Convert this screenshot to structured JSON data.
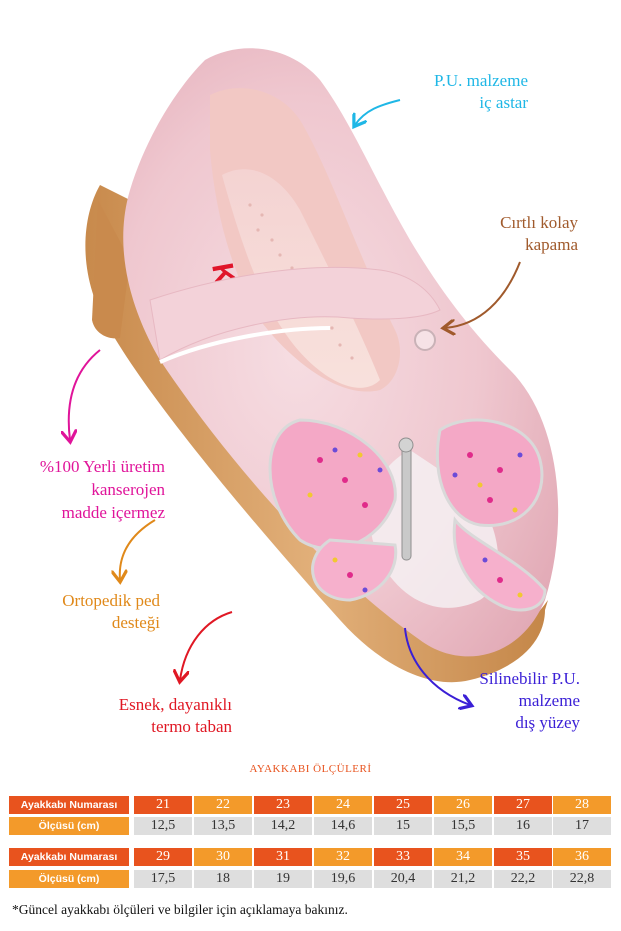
{
  "callouts": {
    "pu_material": [
      "P.U. malzeme",
      "iç astar"
    ],
    "velcro": [
      "Cırtlı kolay",
      "kapama"
    ],
    "local_production": [
      "%100 Yerli üretim",
      "kanserojen",
      "madde içermez"
    ],
    "orthopedic": [
      "Ortopedik ped",
      "desteği"
    ],
    "sole": [
      "Esnek, dayanıklı",
      "termo taban"
    ],
    "outer_surface": [
      "Silinebilir P.U.",
      "malzeme",
      "dış yüzey"
    ]
  },
  "colors": {
    "cyan": "#1fb7e6",
    "brown": "#a05a2c",
    "magenta": "#e0149a",
    "orange": "#e0891a",
    "red": "#e01824",
    "blue": "#3a1fd6",
    "table_orange_dark": "#e8531e",
    "table_orange_light": "#f39a2a",
    "table_gray": "#dedede"
  },
  "brand_mark": "KAI",
  "size_chart": {
    "title": "AYAKKABI ÖLÇÜLERİ",
    "row_label_size": "Ayakkabı Numarası",
    "row_label_cm": "Ölçüsü (cm)",
    "groups": [
      {
        "sizes": [
          "21",
          "22",
          "23",
          "24",
          "25",
          "26",
          "27",
          "28"
        ],
        "cm": [
          "12,5",
          "13,5",
          "14,2",
          "14,6",
          "15",
          "15,5",
          "16",
          "17"
        ]
      },
      {
        "sizes": [
          "29",
          "30",
          "31",
          "32",
          "33",
          "34",
          "35",
          "36"
        ],
        "cm": [
          "17,5",
          "18",
          "19",
          "19,6",
          "20,4",
          "21,2",
          "22,2",
          "22,8"
        ]
      }
    ]
  },
  "footnote": "*Güncel ayakkabı ölçüleri ve bilgiler için açıklamaya bakınız."
}
